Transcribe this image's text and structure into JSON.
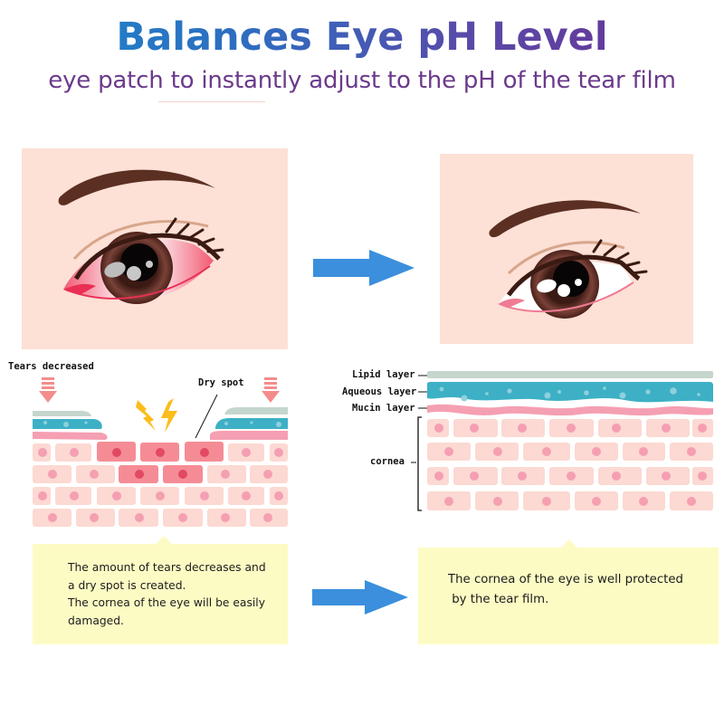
{
  "header": {
    "title": "Balances Eye pH Level",
    "subtitle": "eye patch to instantly adjust to the pH of the tear film"
  },
  "colors": {
    "title_gradient_start": "#1b86cb",
    "title_gradient_end": "#6a2f93",
    "subtitle": "#6b3a8c",
    "panel_skin": "#fde0d6",
    "arrow_blue": "#3b8fdc",
    "callout_bg": "#fdfbc4",
    "lipid": "#c5d6cc",
    "aqueous": "#3db0c6",
    "mucin": "#f59fb2",
    "cell": "#fcd9d2",
    "cell_nucleus": "#f59fb2",
    "damaged_cell": "#f58c95",
    "damaged_nucleus": "#e24963",
    "lightning": "#fbbd1c",
    "tear_arrow": "#f58c8c"
  },
  "panels": {
    "before": {
      "image": "red-irritated-eye-illustration",
      "state": "irritated"
    },
    "after": {
      "image": "healthy-eye-illustration",
      "state": "healthy"
    }
  },
  "dry_diagram": {
    "label_tears": "Tears decreased",
    "label_dry_spot": "Dry spot"
  },
  "healthy_diagram": {
    "layers": [
      {
        "label": "Lipid layer"
      },
      {
        "label": "Aqueous layer"
      },
      {
        "label": "Mucin layer"
      }
    ],
    "cornea_label": "cornea"
  },
  "callouts": {
    "left": {
      "lines": [
        "The amount of tears decreases and",
        "a dry spot is created.",
        "The cornea of the eye will be easily",
        "damaged."
      ]
    },
    "right": {
      "lines": [
        "The cornea of the eye is well protected",
        " by the tear film."
      ]
    }
  }
}
